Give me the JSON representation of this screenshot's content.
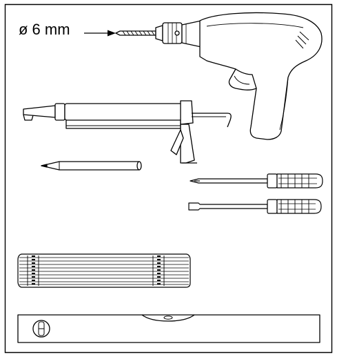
{
  "drill_bit_label": "ø 6 mm",
  "colors": {
    "line": "#000000",
    "fill": "#ffffff"
  },
  "tools": [
    {
      "id": "drill",
      "icon": "power-drill-icon"
    },
    {
      "id": "caulking-gun",
      "icon": "caulking-gun-icon"
    },
    {
      "id": "pencil",
      "icon": "pencil-icon"
    },
    {
      "id": "phillips-screwdriver",
      "icon": "phillips-screwdriver-icon"
    },
    {
      "id": "flat-screwdriver",
      "icon": "flat-screwdriver-icon"
    },
    {
      "id": "folding-ruler",
      "icon": "folding-ruler-icon"
    },
    {
      "id": "spirit-level",
      "icon": "spirit-level-icon"
    }
  ]
}
